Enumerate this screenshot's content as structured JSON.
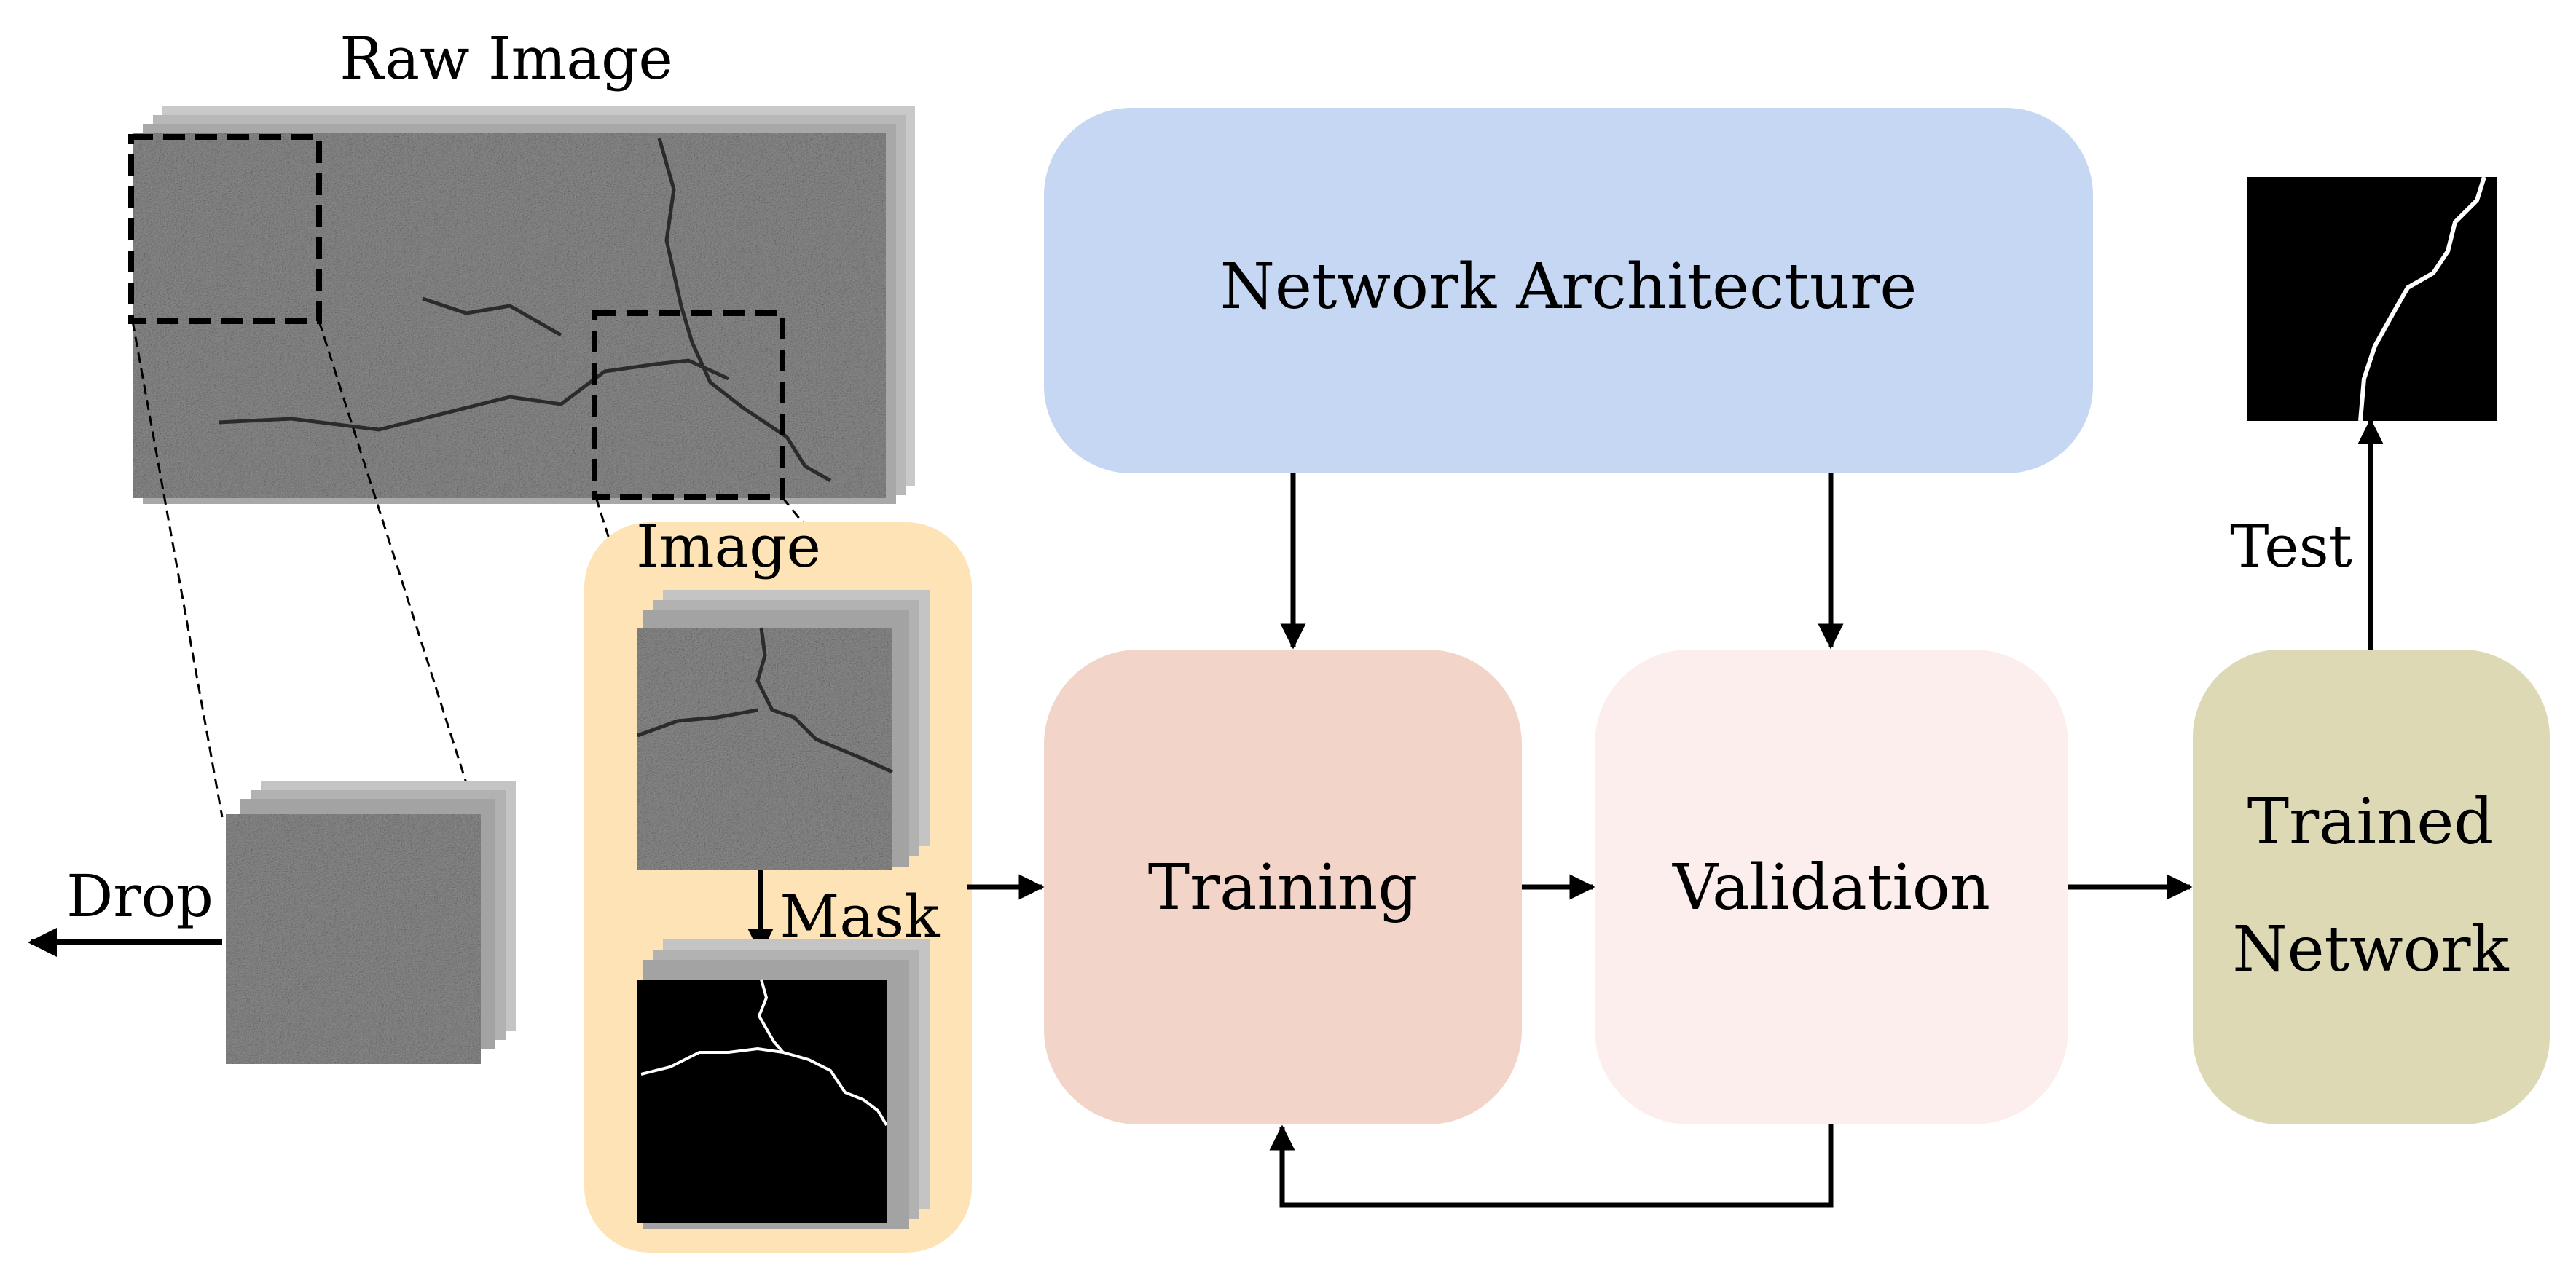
{
  "labels": {
    "raw_image": "Raw Image",
    "image": "Image",
    "mask": "Mask",
    "drop": "Drop",
    "network_architecture": "Network Architecture",
    "training": "Training",
    "validation": "Validation",
    "trained_line1": "Trained",
    "trained_line2": "Network",
    "test": "Test"
  },
  "colors": {
    "network_architecture": "#c5d7f2",
    "training": "#f2d4c8",
    "validation": "#fdeeee",
    "trained_network": "#ddd9b5",
    "data_group": "#fde3b6",
    "concrete": "#8e8e8e",
    "mask_bg": "#000000",
    "crack": "#ffffff",
    "arrow": "#000000"
  }
}
